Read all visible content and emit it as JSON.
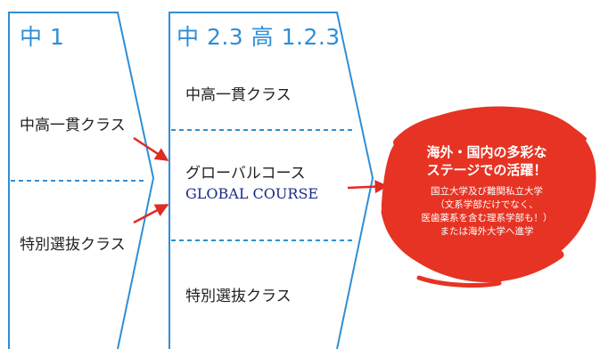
{
  "columns": [
    {
      "heading": "中 1",
      "items": [
        "中高一貫クラス",
        "特別選抜クラス"
      ]
    },
    {
      "heading": "中 2.3 高 1.2.3",
      "items": [
        "中高一貫クラス",
        "特別選抜クラス"
      ],
      "global": {
        "ja": "グローバルコース",
        "en": "GLOBAL COURSE"
      }
    }
  ],
  "results": {
    "title_line1": "海外・国内の多彩な",
    "title_line2": "ステージでの活躍！",
    "lines": [
      "国立大学及び難関私立大学",
      "（文系学部だけでなく、",
      "医歯薬系を含む理系学部も！）",
      "または海外大学へ進学"
    ]
  },
  "colors": {
    "outline": "#2f8ed6",
    "arrow": "#e02a22",
    "blob": "#e63323",
    "global_en": "#1a2a88"
  }
}
